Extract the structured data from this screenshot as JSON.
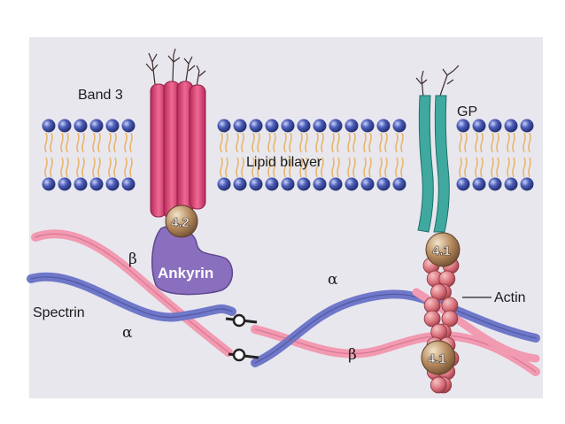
{
  "labels": {
    "band3": "Band 3",
    "gp": "GP",
    "lipid_bilayer": "Lipid bilayer",
    "ankyrin": "Ankyrin",
    "spectrin": "Spectrin",
    "actin": "Actin",
    "protein_4_2": "4.2",
    "protein_4_1_top": "4.1",
    "protein_4_1_bottom": "4.1",
    "beta_left": "β",
    "alpha_left": "α",
    "alpha_right": "α",
    "beta_right": "β"
  },
  "colors": {
    "panel": "#e9e7ee",
    "lipid_head": "#3d4fa6",
    "lipid_tail": "#e8b66a",
    "band3": "#e0457a",
    "gp": "#3fa9a0",
    "ankyrin": "#8a6fbe",
    "spectrin_alpha": "#6f78c8",
    "spectrin_beta": "#f19ab1",
    "actin": "#e07f86",
    "protein_ball": "#b9906a"
  }
}
